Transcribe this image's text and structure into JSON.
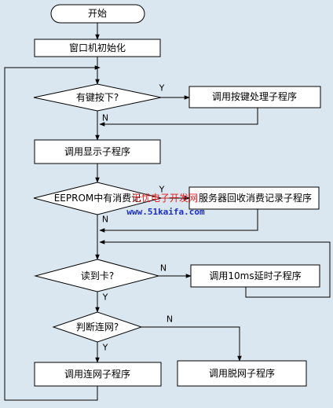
{
  "diagram": {
    "nodes": {
      "start": "开始",
      "init": "窗口机初始化",
      "key_decision": "有键按下?",
      "key_proc": "调用按键处理子程序",
      "display": "调用显示子程序",
      "eeprom_decision": "EEPROM中有消费记",
      "eeprom_proc": "服务器回收消费记录子程序",
      "card_decision": "读到卡?",
      "delay_proc": "调用10ms延时子程序",
      "net_decision": "判断连网?",
      "net_proc": "调用连网子程序",
      "offline_proc": "调用脱网子程序"
    },
    "branch_labels": {
      "key_yes": "Y",
      "key_no": "N",
      "eeprom_yes": "Y",
      "eeprom_no": "N",
      "card_no": "N",
      "card_yes": "Y",
      "net_no": "N",
      "net_yes": "Y"
    },
    "watermark": {
      "text": "无忧电子开发网",
      "url": "www.51kaifa.com"
    }
  }
}
